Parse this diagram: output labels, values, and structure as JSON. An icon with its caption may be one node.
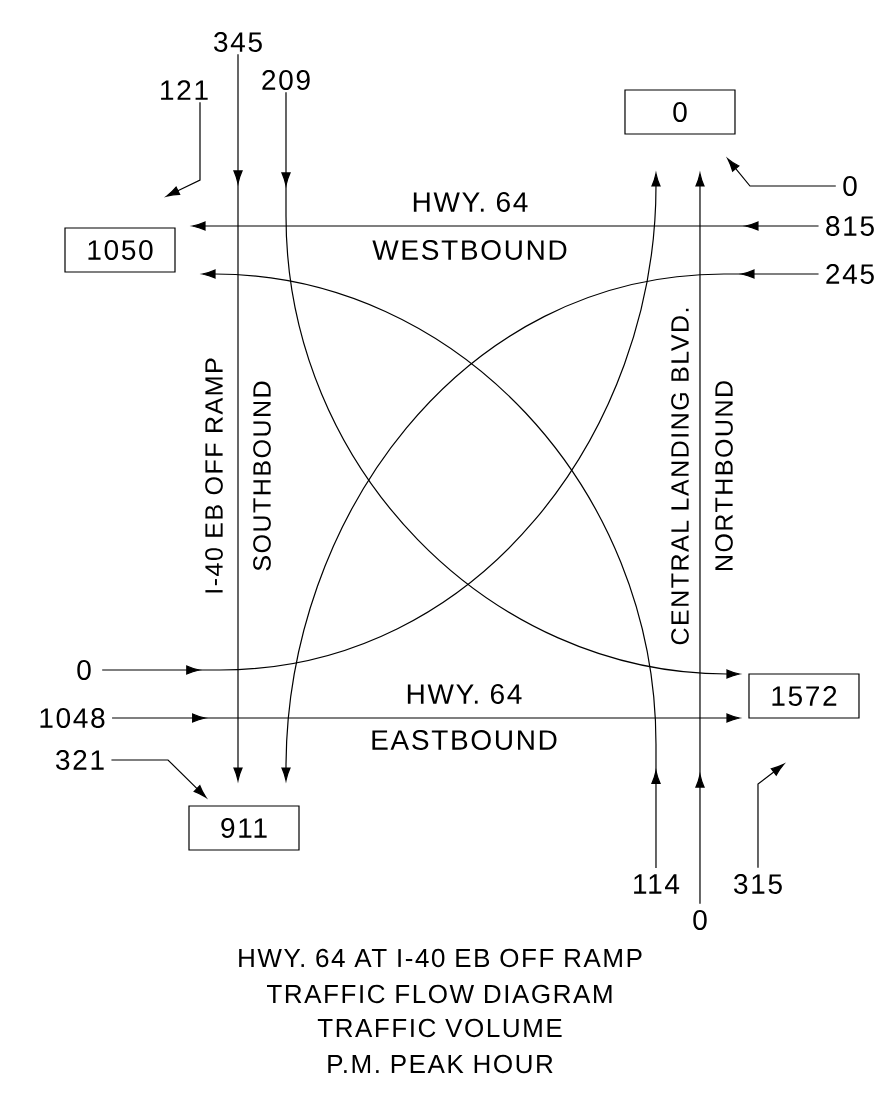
{
  "diagram": {
    "nodes": [
      {
        "text": [
          "121"
        ]
      },
      {
        "text": [
          "345"
        ]
      },
      {
        "text": [
          "209"
        ]
      },
      {
        "text": [
          "0"
        ]
      },
      {
        "text": [
          "0"
        ]
      },
      {
        "text": [
          "815"
        ]
      },
      {
        "text": [
          "245"
        ]
      },
      {
        "text": [
          "1050"
        ]
      },
      {
        "text": [
          "0"
        ]
      },
      {
        "text": [
          "1048"
        ]
      },
      {
        "text": [
          "321"
        ]
      },
      {
        "text": [
          "1572"
        ]
      },
      {
        "text": [
          "911"
        ]
      },
      {
        "text": [
          "114"
        ]
      },
      {
        "text": [
          "0"
        ]
      },
      {
        "text": [
          "315"
        ]
      }
    ],
    "edges": [
      {
        "from": 0,
        "to": 7,
        "arrow": "to"
      },
      {
        "from": 1,
        "to": 12,
        "arrow": "to"
      },
      {
        "from": 2,
        "to": 11,
        "arrow": "to"
      },
      {
        "from": 4,
        "to": 3,
        "arrow": "to"
      },
      {
        "from": 5,
        "to": 7,
        "arrow": "to"
      },
      {
        "from": 6,
        "to": 12,
        "arrow": "to"
      },
      {
        "from": 8,
        "to": 3,
        "arrow": "to"
      },
      {
        "from": 9,
        "to": 11,
        "arrow": "to"
      },
      {
        "from": 10,
        "to": 12,
        "arrow": "to"
      },
      {
        "from": 13,
        "to": 7,
        "arrow": "to"
      },
      {
        "from": 14,
        "to": 3,
        "arrow": "to"
      },
      {
        "from": 15,
        "to": 11,
        "arrow": "to"
      }
    ],
    "labels": [
      "HWY. 64",
      "WESTBOUND",
      "I-40 EB OFF RAMP",
      "SOUTHBOUND",
      "CENTRAL LANDING BLVD.",
      "NORTHBOUND",
      "HWY. 64",
      "EASTBOUND",
      "HWY. 64 AT I-40 EB OFF RAMP",
      "TRAFFIC FLOW DIAGRAM",
      "TRAFFIC VOLUME",
      "P.M. PEAK HOUR"
    ]
  }
}
